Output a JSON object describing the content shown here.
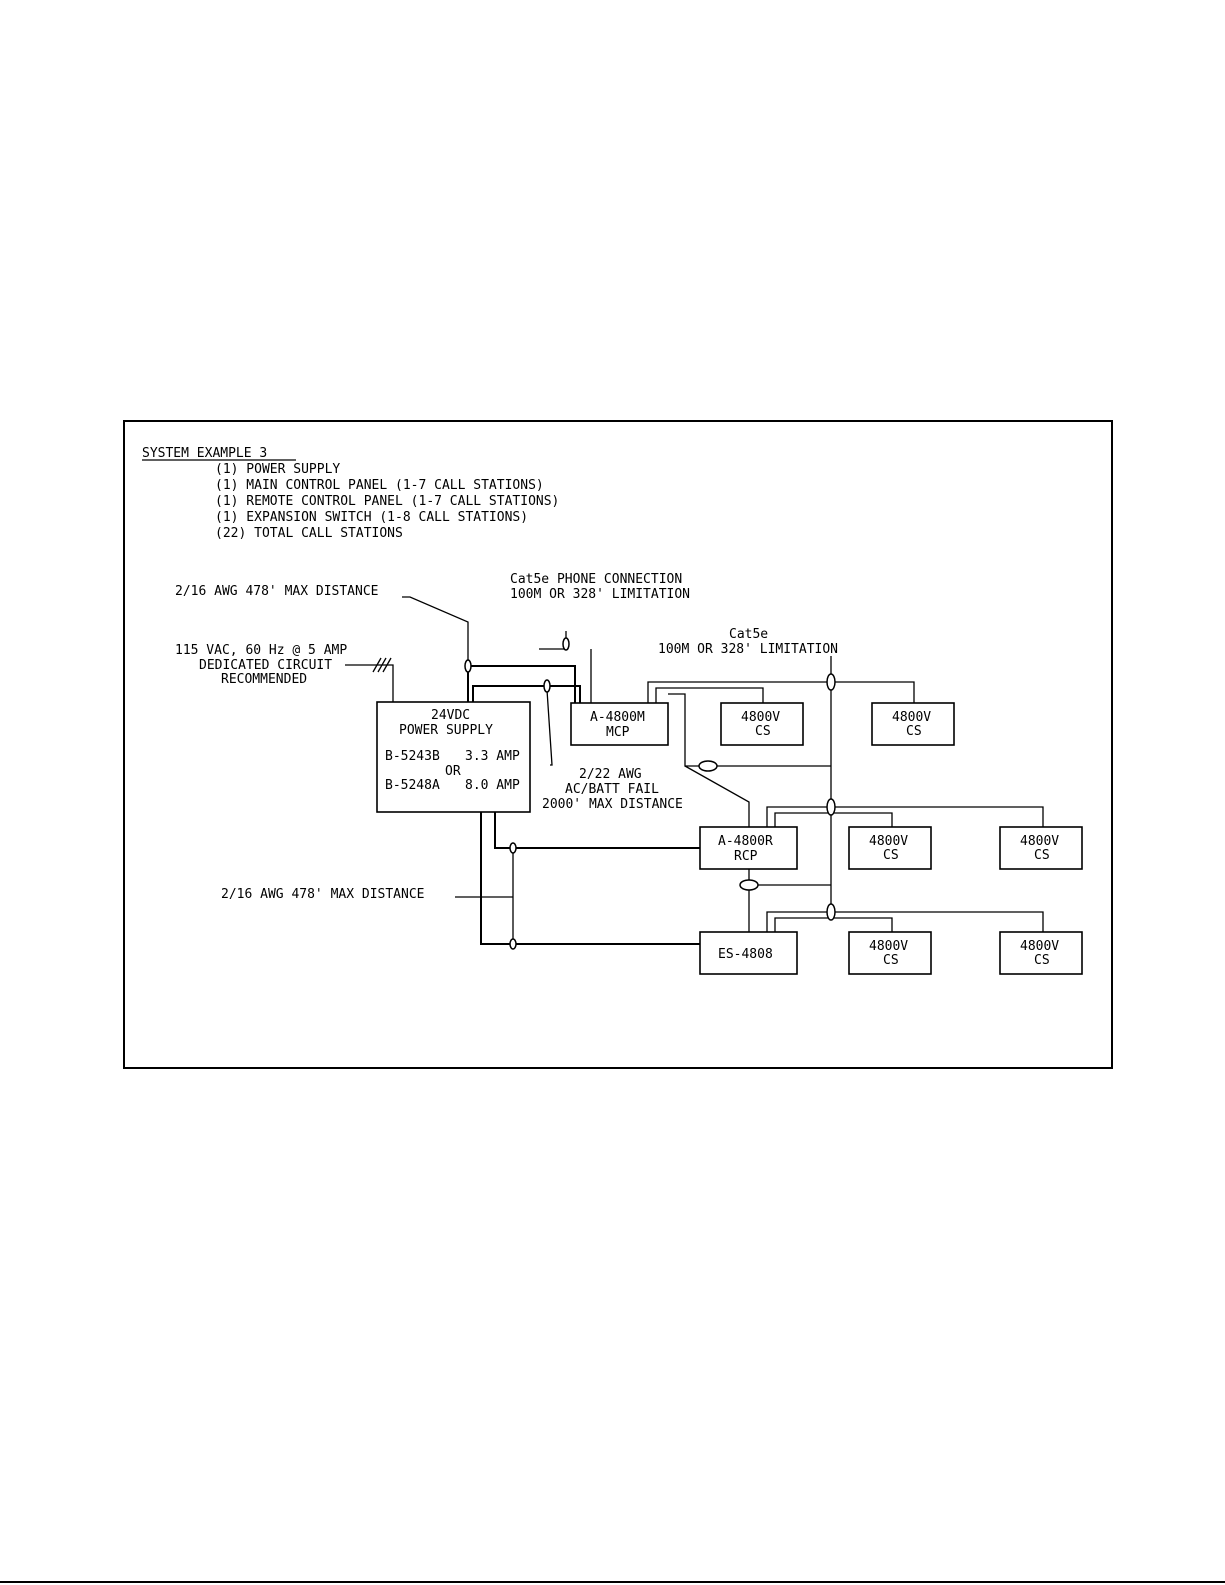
{
  "system_example": {
    "title": "SYSTEM EXAMPLE 3",
    "items": [
      "(1) POWER SUPPLY",
      "(1) MAIN CONTROL PANEL (1-7 CALL STATIONS)",
      "(1) REMOTE CONTROL PANEL (1-7 CALL STATIONS)",
      "(1) EXPANSION SWITCH (1-8 CALL STATIONS)",
      "(22) TOTAL CALL STATIONS"
    ]
  },
  "labels": {
    "awg16_top": "2/16 AWG 478' MAX DISTANCE",
    "ac_line1": "115 VAC, 60 Hz @ 5 AMP",
    "ac_line2": "DEDICATED CIRCUIT",
    "ac_line3": "RECOMMENDED",
    "phone_line1": "Cat5e PHONE CONNECTION",
    "phone_line2": "100M OR 328' LIMITATION",
    "cat5e_line1": "Cat5e",
    "cat5e_line2": "100M OR 328' LIMITATION",
    "awg22_line1": "2/22 AWG",
    "awg22_line2": "AC/BATT FAIL",
    "awg22_line3": "2000' MAX DISTANCE",
    "awg16_bottom": "2/16 AWG 478' MAX DISTANCE"
  },
  "power_supply": {
    "line1": "24VDC",
    "line2": "POWER SUPPLY",
    "model1": "B-5243B",
    "amp1": "3.3 AMP",
    "or": "OR",
    "model2": "B-5248A",
    "amp2": "8.0 AMP"
  },
  "mcp": {
    "line1": "A-4800M",
    "line2": "MCP"
  },
  "rcp": {
    "line1": "A-4800R",
    "line2": "RCP"
  },
  "es": {
    "label": "ES-4808"
  },
  "call_station": {
    "line1": "4800V",
    "line2": "CS"
  }
}
